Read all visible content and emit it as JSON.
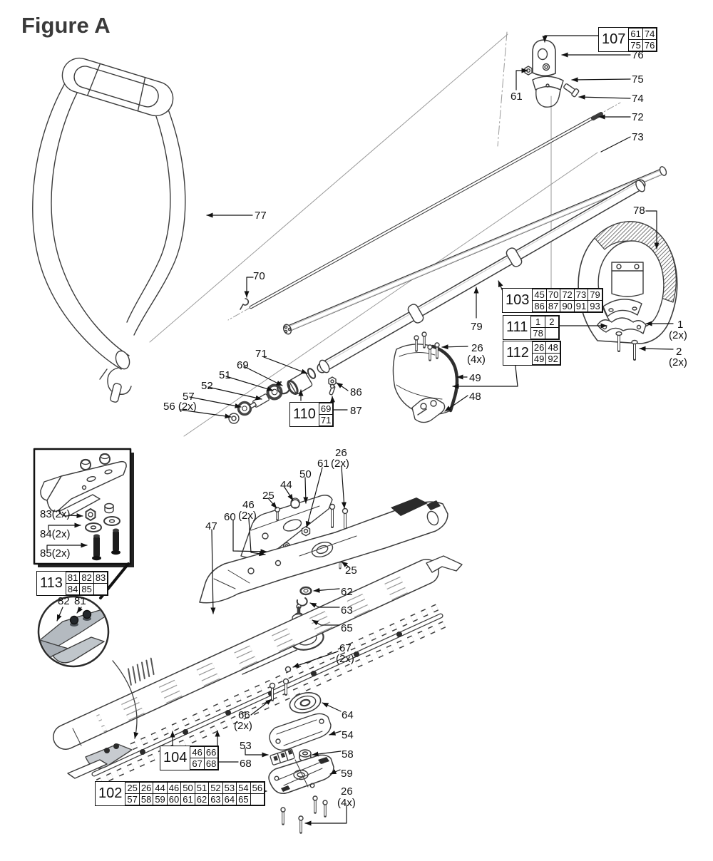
{
  "figure": {
    "title": "Figure A"
  },
  "colors": {
    "line": "#3c3c3c",
    "text": "#111111",
    "magnified_part_gray": "#b4bac0"
  },
  "callouts": {
    "b107": {
      "num": "107",
      "rows": [
        [
          "61",
          "74"
        ],
        [
          "75",
          "76"
        ]
      ]
    },
    "b103": {
      "num": "103",
      "rows": [
        [
          "45",
          "70",
          "72",
          "73",
          "79"
        ],
        [
          "86",
          "87",
          "90",
          "91",
          "93"
        ]
      ]
    },
    "b111": {
      "num": "111",
      "rows": [
        [
          "1",
          "2"
        ],
        [
          "78",
          ""
        ]
      ]
    },
    "b112": {
      "num": "112",
      "rows": [
        [
          "26",
          "48"
        ],
        [
          "49",
          "92"
        ]
      ]
    },
    "b110": {
      "num": "110",
      "rows": [
        [
          "69"
        ],
        [
          "71"
        ]
      ]
    },
    "b113": {
      "num": "113",
      "rows": [
        [
          "81",
          "82",
          "83"
        ],
        [
          "84",
          "85",
          ""
        ]
      ]
    },
    "b104": {
      "num": "104",
      "rows": [
        [
          "46",
          "66"
        ],
        [
          "67",
          "68"
        ]
      ]
    },
    "b102": {
      "num": "102",
      "rows": [
        [
          "25",
          "26",
          "44",
          "46",
          "50",
          "51",
          "52",
          "53",
          "54",
          "56"
        ],
        [
          "57",
          "58",
          "59",
          "60",
          "61",
          "62",
          "63",
          "64",
          "65",
          ""
        ]
      ]
    }
  },
  "labels": {
    "p76": "76",
    "p75": "75",
    "p74": "74",
    "p72": "72",
    "p73": "73",
    "p61a": "61",
    "p77": "77",
    "p78": "78",
    "p70": "70",
    "p79": "79",
    "p1": "1",
    "q1": "(2x)",
    "p2": "2",
    "q2": "(2x)",
    "p26a": "26",
    "q26a": "(4x)",
    "p49": "49",
    "p48": "48",
    "p71": "71",
    "p69": "69",
    "p51": "51",
    "p52": "52",
    "p57": "57",
    "p56": "56 (2x)",
    "p86": "86",
    "p87": "87",
    "p26b": "26",
    "q26b": "(2x)",
    "p61b": "61",
    "p50": "50",
    "p44": "44",
    "p25a": "25",
    "p46": "46",
    "q46": "(2x)",
    "p60": "60",
    "p47": "47",
    "p25b": "25",
    "p62": "62",
    "p63": "63",
    "p65": "65",
    "p67": "67",
    "q67": "(2x)",
    "p66": "66",
    "q66": "(2x)",
    "p64": "64",
    "p54": "54",
    "p53": "53",
    "p58": "58",
    "p68": "68",
    "p59": "59",
    "p26c": "26",
    "q26c": "(4x)",
    "p83": "83(2x)",
    "p84": "84(2x)",
    "p85": "85(2x)",
    "p82": "82",
    "p81": "81"
  }
}
